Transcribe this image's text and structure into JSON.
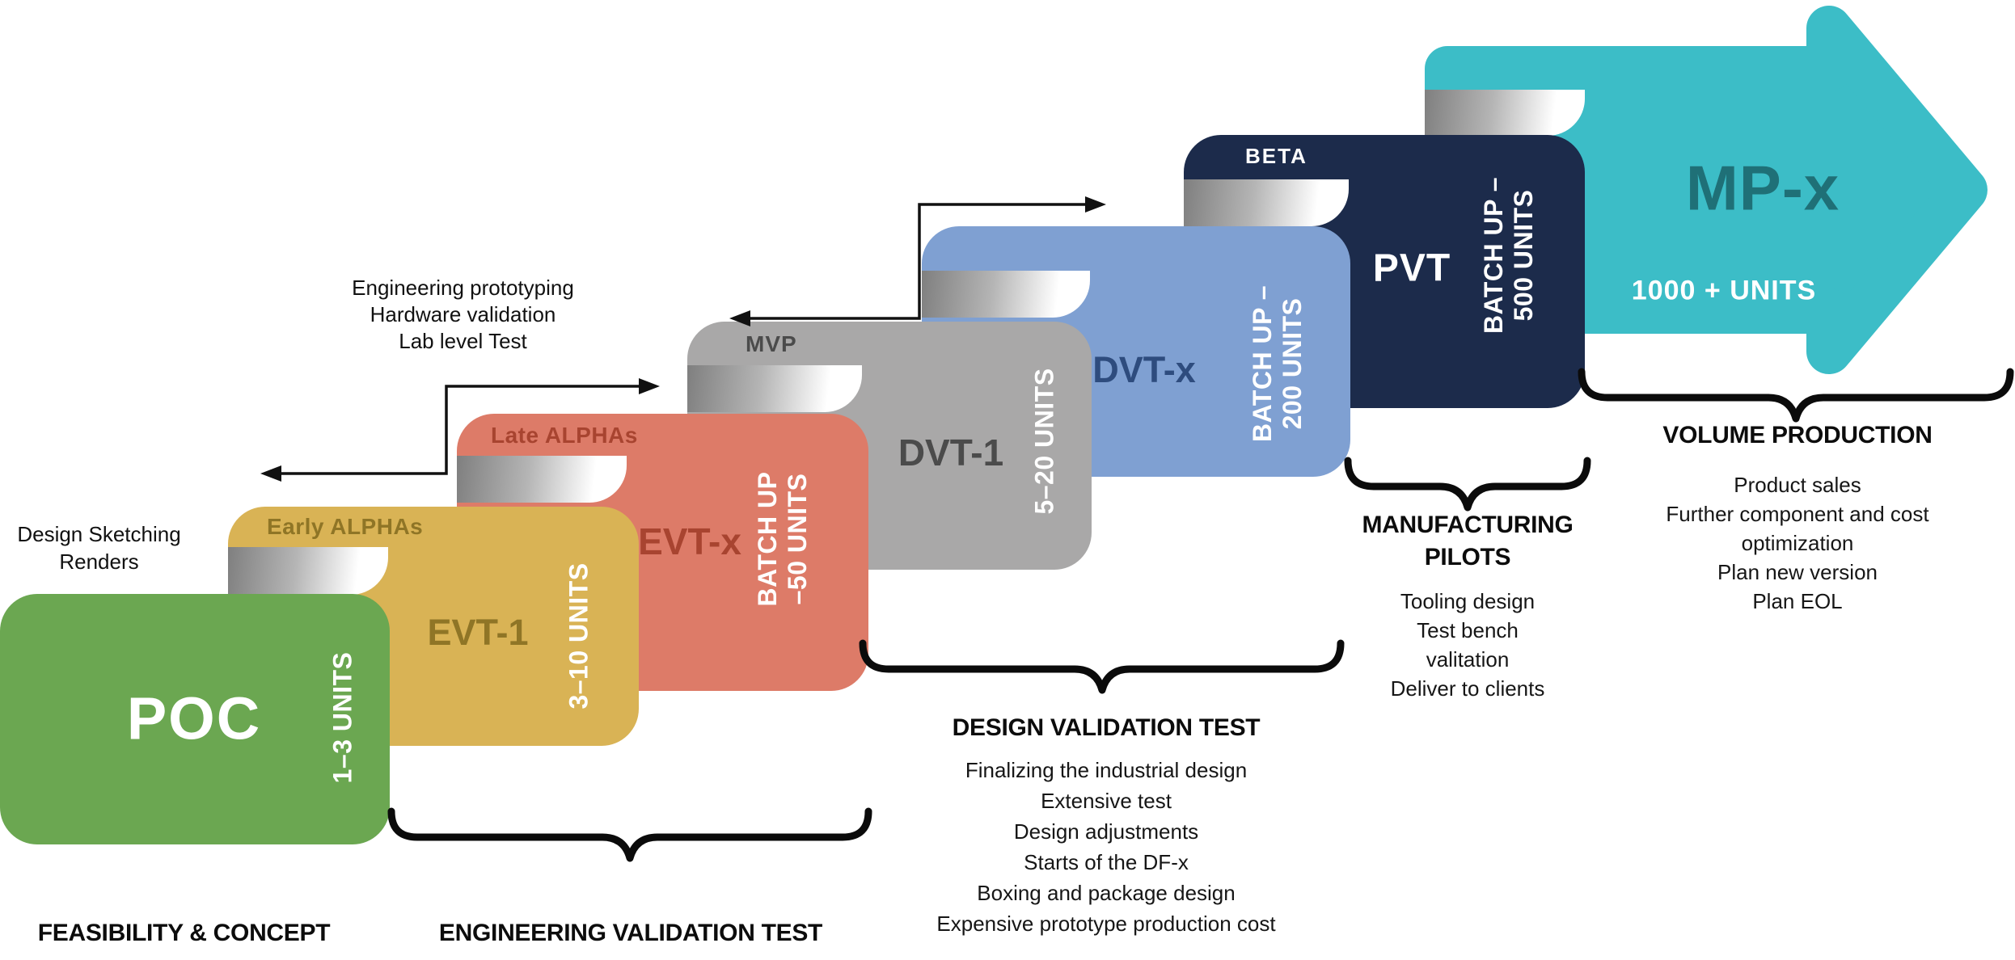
{
  "stages": [
    {
      "name": "poc",
      "title": "POC",
      "units_lines": [
        "1–3 UNITS"
      ],
      "color": "#6BA751",
      "accent": "#FFFFFF"
    },
    {
      "name": "evt-1",
      "tab": "Early ALPHAs",
      "title": "EVT-1",
      "units_lines": [
        "3–10 UNITS"
      ],
      "color": "#D9B355",
      "accent": "#8F7526"
    },
    {
      "name": "evt-x",
      "tab": "Late ALPHAs",
      "title": "EVT-x",
      "units_lines": [
        "BATCH UP",
        "–50 UNITS"
      ],
      "color": "#DD7B68",
      "accent": "#A84430"
    },
    {
      "name": "dvt-1",
      "tab": "MVP",
      "title": "DVT-1",
      "units_lines": [
        "5–20 UNITS"
      ],
      "color": "#A9A8A8",
      "accent": "#4B4B4B"
    },
    {
      "name": "dvt-x",
      "title": "DVT-x",
      "units_lines": [
        "BATCH UP –",
        "200 UNITS"
      ],
      "color": "#7FA0D2",
      "accent": "#2E4C7E"
    },
    {
      "name": "pvt",
      "tab": "BETA",
      "title": "PVT",
      "units_lines": [
        "BATCH UP –",
        "500 UNITS"
      ],
      "color": "#1C2B4B",
      "accent": "#FFFFFF"
    },
    {
      "name": "mp-x",
      "title": "MP-x",
      "units_lines": [
        "1000 + UNITS"
      ],
      "color": "#3CBDC7",
      "accent": "#1F7077"
    }
  ],
  "notes": {
    "poc": [
      "Design Sketching",
      "Renders"
    ],
    "evt": [
      "Engineering prototyping",
      "Hardware validation",
      "Lab level Test"
    ]
  },
  "groups": [
    {
      "heading": "FEASIBILITY & CONCEPT",
      "items": []
    },
    {
      "heading": "ENGINEERING VALIDATION TEST",
      "items": []
    },
    {
      "heading": "DESIGN VALIDATION TEST",
      "items": [
        "Finalizing the industrial design",
        "Extensive test",
        "Design adjustments",
        "Starts of the DF-x",
        "Boxing and package design",
        "Expensive prototype production cost"
      ]
    },
    {
      "heading": "MANUFACTURING PILOTS",
      "items": [
        "Tooling design",
        "Test bench",
        "valitation",
        "Deliver to clients"
      ]
    },
    {
      "heading": "VOLUME PRODUCTION",
      "items": [
        "Product sales",
        "Further component and cost optimization",
        "Plan new version",
        "Plan EOL"
      ]
    }
  ]
}
